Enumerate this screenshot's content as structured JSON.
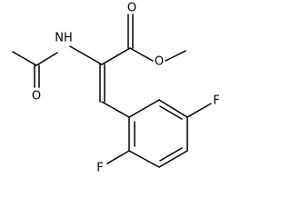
{
  "molecule": {
    "atoms": {
      "nh": "NH",
      "o_amide": "O",
      "o_carbonyl": "O",
      "o_ester": "O",
      "f_top": "F",
      "f_bottom": "F"
    },
    "colors": {
      "bond": "#000000",
      "label": "#000000",
      "background": "#ffffff"
    }
  }
}
